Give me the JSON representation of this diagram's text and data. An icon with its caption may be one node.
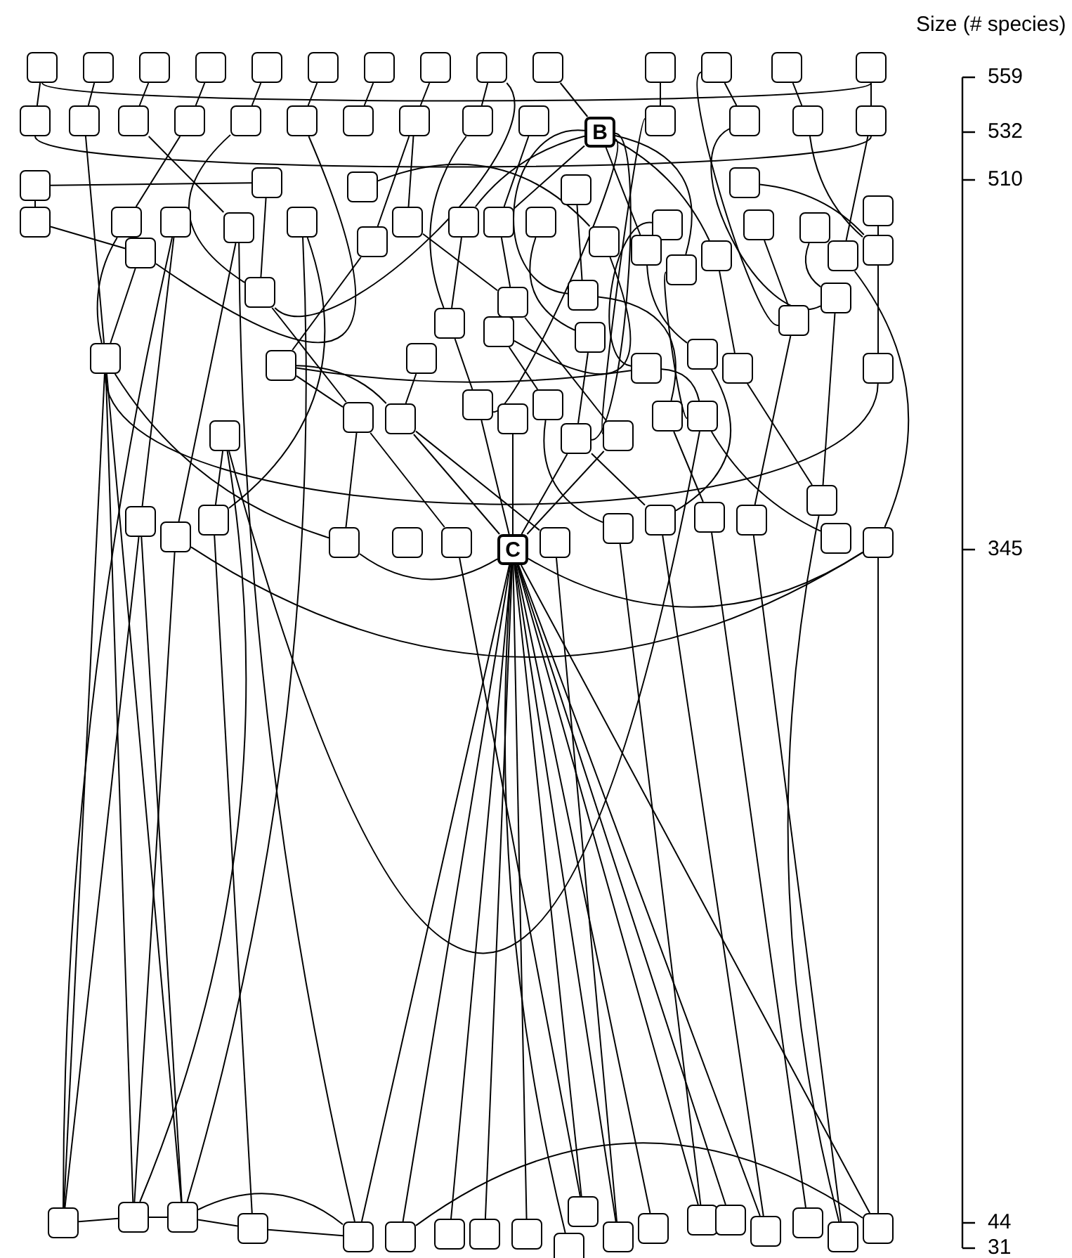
{
  "diagram": {
    "nodes": [
      {
        "text": [
          "B"
        ]
      },
      {
        "text": [],
        "shape": "box"
      },
      {
        "text": [],
        "shape": "box"
      },
      {
        "text": [],
        "shape": "box"
      },
      {
        "text": [],
        "shape": "box"
      },
      {
        "text": [],
        "shape": "box"
      },
      {
        "text": [],
        "shape": "box"
      },
      {
        "text": [],
        "shape": "box"
      },
      {
        "text": [],
        "shape": "box"
      },
      {
        "text": [],
        "shape": "box"
      },
      {
        "text": [],
        "shape": "box"
      },
      {
        "text": [],
        "shape": "box"
      },
      {
        "text": [],
        "shape": "box"
      },
      {
        "text": [],
        "shape": "box"
      },
      {
        "text": [],
        "shape": "box"
      },
      {
        "text": [],
        "shape": "box"
      },
      {
        "text": [],
        "shape": "box"
      },
      {
        "text": [],
        "shape": "box"
      },
      {
        "text": [],
        "shape": "box"
      },
      {
        "text": [],
        "shape": "box"
      },
      {
        "text": [],
        "shape": "box"
      },
      {
        "text": [],
        "shape": "box"
      },
      {
        "text": [],
        "shape": "box"
      },
      {
        "text": [],
        "shape": "box"
      },
      {
        "text": [],
        "shape": "box"
      },
      {
        "text": [],
        "shape": "box"
      },
      {
        "text": [],
        "shape": "box"
      },
      {
        "text": [],
        "shape": "box"
      },
      {
        "text": [],
        "shape": "box"
      },
      {
        "text": [],
        "shape": "box"
      },
      {
        "text": [],
        "shape": "box"
      },
      {
        "text": [],
        "shape": "box"
      },
      {
        "text": [],
        "shape": "box"
      },
      {
        "text": [],
        "shape": "box"
      },
      {
        "text": [],
        "shape": "box"
      },
      {
        "text": [],
        "shape": "box"
      },
      {
        "text": [],
        "shape": "box"
      },
      {
        "text": [],
        "shape": "box"
      },
      {
        "text": [],
        "shape": "box"
      },
      {
        "text": [],
        "shape": "box"
      },
      {
        "text": [],
        "shape": "box"
      },
      {
        "text": [],
        "shape": "box"
      },
      {
        "text": [],
        "shape": "box"
      },
      {
        "text": [],
        "shape": "box"
      },
      {
        "text": [],
        "shape": "box"
      },
      {
        "text": [],
        "shape": "box"
      },
      {
        "text": [],
        "shape": "box"
      },
      {
        "text": [],
        "shape": "box"
      },
      {
        "text": [],
        "shape": "box"
      },
      {
        "text": [],
        "shape": "box"
      },
      {
        "text": [],
        "shape": "box"
      },
      {
        "text": [],
        "shape": "box"
      },
      {
        "text": [],
        "shape": "box"
      },
      {
        "text": [],
        "shape": "box"
      },
      {
        "text": [],
        "shape": "box"
      },
      {
        "text": [],
        "shape": "box"
      },
      {
        "text": [],
        "shape": "box"
      },
      {
        "text": [],
        "shape": "box"
      },
      {
        "text": [],
        "shape": "box"
      },
      {
        "text": [],
        "shape": "box"
      },
      {
        "text": [],
        "shape": "box"
      },
      {
        "text": [],
        "shape": "box"
      },
      {
        "text": [],
        "shape": "box"
      },
      {
        "text": [],
        "shape": "box"
      },
      {
        "text": [],
        "shape": "box"
      },
      {
        "text": [],
        "shape": "box"
      },
      {
        "text": [],
        "shape": "box"
      },
      {
        "text": [],
        "shape": "box"
      },
      {
        "text": [],
        "shape": "box"
      },
      {
        "text": [],
        "shape": "box"
      },
      {
        "text": [],
        "shape": "box"
      },
      {
        "text": [],
        "shape": "box"
      },
      {
        "text": [],
        "shape": "box"
      },
      {
        "text": [],
        "shape": "box"
      },
      {
        "text": [],
        "shape": "box"
      },
      {
        "text": [],
        "shape": "box"
      },
      {
        "text": [],
        "shape": "box"
      },
      {
        "text": [],
        "shape": "box"
      },
      {
        "text": [],
        "shape": "box"
      },
      {
        "text": [],
        "shape": "box"
      },
      {
        "text": [],
        "shape": "box"
      },
      {
        "text": [],
        "shape": "box"
      },
      {
        "text": [],
        "shape": "box"
      },
      {
        "text": [],
        "shape": "box"
      },
      {
        "text": [],
        "shape": "box"
      },
      {
        "text": [],
        "shape": "box"
      },
      {
        "text": [],
        "shape": "box"
      },
      {
        "text": [],
        "shape": "box"
      },
      {
        "text": [],
        "shape": "box"
      },
      {
        "text": [],
        "shape": "box"
      },
      {
        "text": [],
        "shape": "box"
      },
      {
        "text": [],
        "shape": "box"
      },
      {
        "text": [],
        "shape": "box"
      },
      {
        "text": [],
        "shape": "box"
      },
      {
        "text": [
          "C"
        ]
      },
      {
        "text": [],
        "shape": "box"
      },
      {
        "text": [],
        "shape": "box"
      },
      {
        "text": [],
        "shape": "box"
      },
      {
        "text": [],
        "shape": "box"
      },
      {
        "text": [],
        "shape": "box"
      },
      {
        "text": [],
        "shape": "box"
      },
      {
        "text": [],
        "shape": "box"
      },
      {
        "text": [],
        "shape": "box"
      },
      {
        "text": [],
        "shape": "box"
      },
      {
        "text": [],
        "shape": "box"
      },
      {
        "text": [],
        "shape": "box"
      },
      {
        "text": [],
        "shape": "box"
      },
      {
        "text": [],
        "shape": "box"
      },
      {
        "text": [],
        "shape": "box"
      },
      {
        "text": [],
        "shape": "box"
      },
      {
        "text": [],
        "shape": "box"
      },
      {
        "text": [],
        "shape": "box"
      },
      {
        "text": [],
        "shape": "box"
      },
      {
        "text": [],
        "shape": "box"
      }
    ],
    "edges": [
      {
        "from": 1,
        "to": 15,
        "arrow": "none"
      },
      {
        "from": 2,
        "to": 16,
        "arrow": "none"
      },
      {
        "from": 3,
        "to": 17,
        "arrow": "none"
      },
      {
        "from": 4,
        "to": 18,
        "arrow": "none"
      },
      {
        "from": 5,
        "to": 19,
        "arrow": "none"
      },
      {
        "from": 6,
        "to": 20,
        "arrow": "none"
      },
      {
        "from": 7,
        "to": 21,
        "arrow": "none"
      },
      {
        "from": 8,
        "to": 22,
        "arrow": "none"
      },
      {
        "from": 9,
        "to": 23,
        "arrow": "none"
      },
      {
        "from": 10,
        "to": 0,
        "arrow": "none"
      },
      {
        "from": 11,
        "to": 25,
        "arrow": "none"
      },
      {
        "from": 12,
        "to": 26,
        "arrow": "none"
      },
      {
        "from": 13,
        "to": 27,
        "arrow": "none"
      },
      {
        "from": 14,
        "to": 28,
        "arrow": "none"
      },
      {
        "from": 1,
        "to": 14,
        "arrow": "none"
      },
      {
        "from": 15,
        "to": 28,
        "arrow": "none"
      },
      {
        "from": 16,
        "to": 61,
        "arrow": "none"
      },
      {
        "from": 17,
        "to": 38,
        "arrow": "none"
      },
      {
        "from": 19,
        "to": 54,
        "arrow": "none"
      },
      {
        "from": 20,
        "to": 47,
        "arrow": "none"
      },
      {
        "from": 0,
        "to": 41,
        "arrow": "none"
      },
      {
        "from": 0,
        "to": 42,
        "arrow": "none"
      },
      {
        "from": 0,
        "to": 51,
        "arrow": "none"
      },
      {
        "from": 0,
        "to": 57,
        "arrow": "none"
      },
      {
        "from": 0,
        "to": 73,
        "arrow": "none"
      },
      {
        "from": 0,
        "to": 76,
        "arrow": "none"
      },
      {
        "from": 0,
        "to": 50,
        "arrow": "none"
      },
      {
        "from": 0,
        "to": 58,
        "arrow": "none"
      },
      {
        "from": 18,
        "to": 36,
        "arrow": "none"
      },
      {
        "from": 22,
        "to": 48,
        "arrow": "none"
      },
      {
        "from": 23,
        "to": 55,
        "arrow": "none"
      },
      {
        "from": 24,
        "to": 42,
        "arrow": "none"
      },
      {
        "from": 25,
        "to": 77,
        "arrow": "none"
      },
      {
        "from": 26,
        "to": 60,
        "arrow": "none"
      },
      {
        "from": 12,
        "to": 59,
        "arrow": "none"
      },
      {
        "from": 27,
        "to": 53,
        "arrow": "none"
      },
      {
        "from": 28,
        "to": 52,
        "arrow": "none"
      },
      {
        "from": 22,
        "to": 40,
        "arrow": "none"
      },
      {
        "from": 9,
        "to": 54,
        "arrow": "none"
      },
      {
        "from": 29,
        "to": 35,
        "arrow": "none"
      },
      {
        "from": 35,
        "to": 47,
        "arrow": "none"
      },
      {
        "from": 29,
        "to": 30,
        "arrow": "none"
      },
      {
        "from": 30,
        "to": 54,
        "arrow": "none"
      },
      {
        "from": 31,
        "to": 49,
        "arrow": "none"
      },
      {
        "from": 32,
        "to": 57,
        "arrow": "none"
      },
      {
        "from": 33,
        "to": 53,
        "arrow": "none"
      },
      {
        "from": 34,
        "to": 53,
        "arrow": "none"
      },
      {
        "from": 36,
        "to": 61,
        "arrow": "none"
      },
      {
        "from": 37,
        "to": 80,
        "arrow": "none"
      },
      {
        "from": 38,
        "to": 81,
        "arrow": "none"
      },
      {
        "from": 39,
        "to": 82,
        "arrow": "none"
      },
      {
        "from": 40,
        "to": 56,
        "arrow": "none"
      },
      {
        "from": 41,
        "to": 55,
        "arrow": "none"
      },
      {
        "from": 42,
        "to": 56,
        "arrow": "none"
      },
      {
        "from": 43,
        "to": 65,
        "arrow": "none"
      },
      {
        "from": 44,
        "to": 66,
        "arrow": "none"
      },
      {
        "from": 45,
        "to": 59,
        "arrow": "none"
      },
      {
        "from": 46,
        "to": 60,
        "arrow": "none"
      },
      {
        "from": 47,
        "to": 61,
        "arrow": "none"
      },
      {
        "from": 48,
        "to": 62,
        "arrow": "none"
      },
      {
        "from": 49,
        "to": 64,
        "arrow": "none"
      },
      {
        "from": 50,
        "to": 67,
        "arrow": "none"
      },
      {
        "from": 51,
        "to": 68,
        "arrow": "none"
      },
      {
        "from": 52,
        "to": 93,
        "arrow": "none"
      },
      {
        "from": 53,
        "to": 69,
        "arrow": "none"
      },
      {
        "from": 54,
        "to": 71,
        "arrow": "none"
      },
      {
        "from": 55,
        "to": 73,
        "arrow": "none"
      },
      {
        "from": 56,
        "to": 77,
        "arrow": "none"
      },
      {
        "from": 57,
        "to": 78,
        "arrow": "none"
      },
      {
        "from": 58,
        "to": 79,
        "arrow": "none"
      },
      {
        "from": 59,
        "to": 90,
        "arrow": "none"
      },
      {
        "from": 60,
        "to": 91,
        "arrow": "none"
      },
      {
        "from": 61,
        "to": 69,
        "arrow": "none"
      },
      {
        "from": 62,
        "to": 66,
        "arrow": "none"
      },
      {
        "from": 63,
        "to": 72,
        "arrow": "none"
      },
      {
        "from": 64,
        "to": 75,
        "arrow": "none"
      },
      {
        "from": 65,
        "to": 76,
        "arrow": "none"
      },
      {
        "from": 66,
        "to": 79,
        "arrow": "none"
      },
      {
        "from": 67,
        "to": 88,
        "arrow": "none"
      },
      {
        "from": 68,
        "to": 91,
        "arrow": "none"
      },
      {
        "from": 61,
        "to": 95,
        "arrow": "none"
      },
      {
        "from": 61,
        "to": 96,
        "arrow": "none"
      },
      {
        "from": 61,
        "to": 97,
        "arrow": "none"
      },
      {
        "from": 61,
        "to": 83,
        "arrow": "none"
      },
      {
        "from": 62,
        "to": 71,
        "arrow": "none"
      },
      {
        "from": 62,
        "to": 72,
        "arrow": "none"
      },
      {
        "from": 70,
        "to": 79,
        "arrow": "none"
      },
      {
        "from": 70,
        "to": 82,
        "arrow": "none"
      },
      {
        "from": 70,
        "to": 96,
        "arrow": "none"
      },
      {
        "from": 71,
        "to": 83,
        "arrow": "none"
      },
      {
        "from": 71,
        "to": 85,
        "arrow": "none"
      },
      {
        "from": 72,
        "to": 86,
        "arrow": "none"
      },
      {
        "from": 73,
        "to": 94,
        "arrow": "none"
      },
      {
        "from": 74,
        "to": 94,
        "arrow": "none"
      },
      {
        "from": 75,
        "to": 87,
        "arrow": "none"
      },
      {
        "from": 76,
        "to": 88,
        "arrow": "none"
      },
      {
        "from": 77,
        "to": 94,
        "arrow": "none"
      },
      {
        "from": 78,
        "to": 89,
        "arrow": "none"
      },
      {
        "from": 79,
        "to": 92,
        "arrow": "none"
      },
      {
        "from": 72,
        "to": 94,
        "arrow": "none"
      },
      {
        "from": 76,
        "to": 94,
        "arrow": "none"
      },
      {
        "from": 81,
        "to": 93,
        "arrow": "none"
      },
      {
        "from": 83,
        "to": 94,
        "arrow": "none"
      },
      {
        "from": 94,
        "to": 93,
        "arrow": "none"
      },
      {
        "from": 80,
        "to": 95,
        "arrow": "none"
      },
      {
        "from": 80,
        "to": 97,
        "arrow": "none"
      },
      {
        "from": 81,
        "to": 96,
        "arrow": "none"
      },
      {
        "from": 82,
        "to": 98,
        "arrow": "none"
      },
      {
        "from": 38,
        "to": 99,
        "arrow": "none"
      },
      {
        "from": 39,
        "to": 97,
        "arrow": "none"
      },
      {
        "from": 37,
        "to": 95,
        "arrow": "none"
      },
      {
        "from": 94,
        "to": 99,
        "arrow": "none"
      },
      {
        "from": 94,
        "to": 100,
        "arrow": "none"
      },
      {
        "from": 94,
        "to": 101,
        "arrow": "none"
      },
      {
        "from": 94,
        "to": 102,
        "arrow": "none"
      },
      {
        "from": 94,
        "to": 103,
        "arrow": "none"
      },
      {
        "from": 94,
        "to": 104,
        "arrow": "none"
      },
      {
        "from": 94,
        "to": 105,
        "arrow": "none"
      },
      {
        "from": 94,
        "to": 106,
        "arrow": "none"
      },
      {
        "from": 94,
        "to": 107,
        "arrow": "none"
      },
      {
        "from": 94,
        "to": 108,
        "arrow": "none"
      },
      {
        "from": 94,
        "to": 109,
        "arrow": "none"
      },
      {
        "from": 94,
        "to": 110,
        "arrow": "none"
      },
      {
        "from": 94,
        "to": 113,
        "arrow": "none"
      },
      {
        "from": 87,
        "to": 108,
        "arrow": "none"
      },
      {
        "from": 88,
        "to": 110,
        "arrow": "none"
      },
      {
        "from": 89,
        "to": 111,
        "arrow": "none"
      },
      {
        "from": 90,
        "to": 112,
        "arrow": "none"
      },
      {
        "from": 93,
        "to": 113,
        "arrow": "none"
      },
      {
        "from": 86,
        "to": 106,
        "arrow": "none"
      },
      {
        "from": 85,
        "to": 105,
        "arrow": "none"
      },
      {
        "from": 91,
        "to": 112,
        "arrow": "none"
      },
      {
        "from": 95,
        "to": 96,
        "arrow": "none"
      },
      {
        "from": 96,
        "to": 97,
        "arrow": "none"
      },
      {
        "from": 97,
        "to": 98,
        "arrow": "none"
      },
      {
        "from": 98,
        "to": 99,
        "arrow": "none"
      },
      {
        "from": 100,
        "to": 113,
        "arrow": "none"
      },
      {
        "from": 97,
        "to": 99,
        "arrow": "none"
      }
    ],
    "labels": [
      "Size (# species)",
      "559",
      "532",
      "510",
      "345",
      "44",
      "31"
    ]
  }
}
